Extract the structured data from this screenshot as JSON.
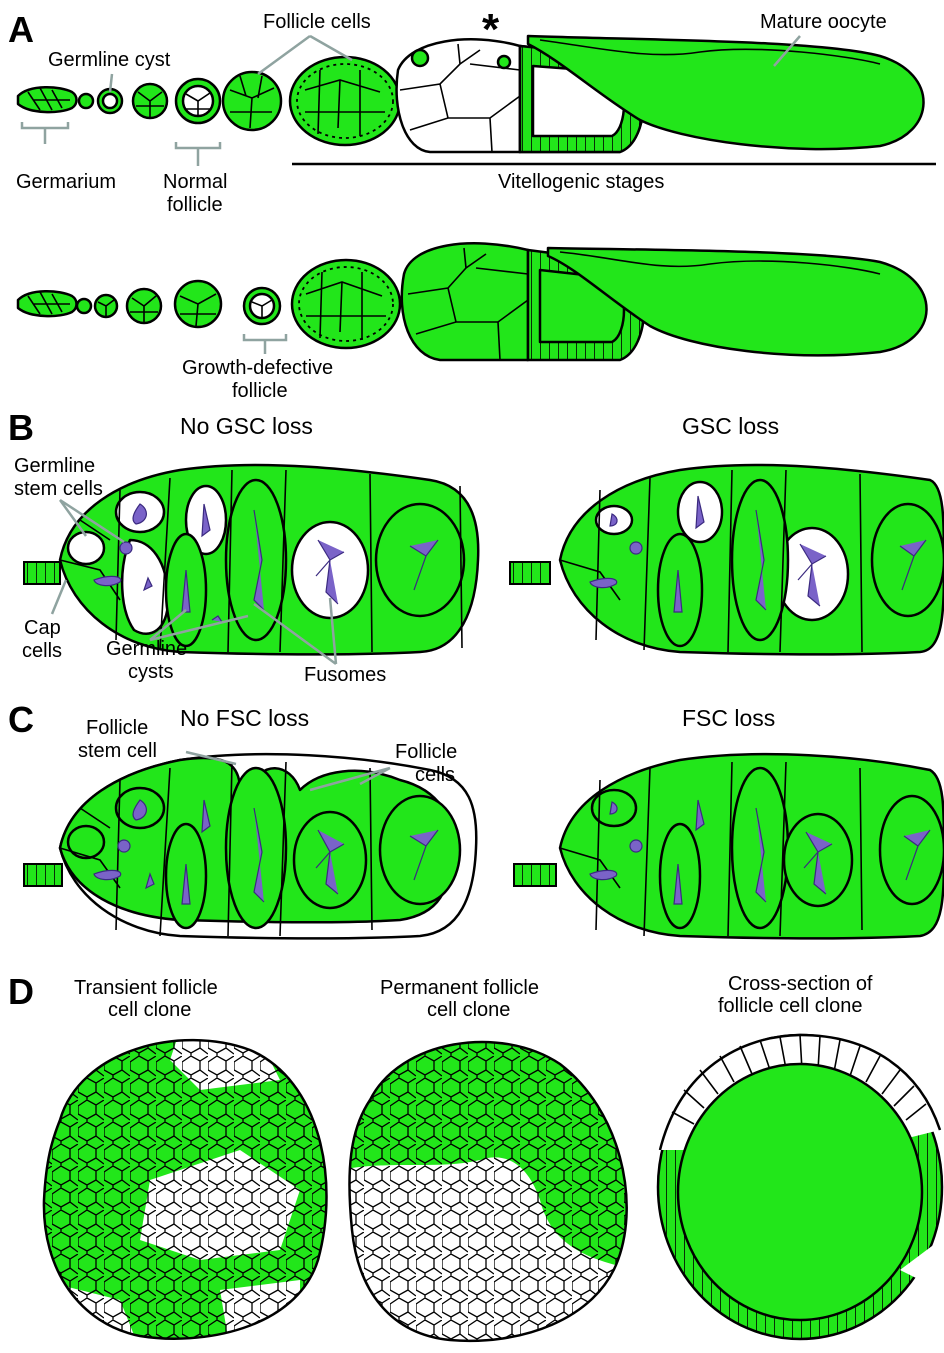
{
  "panels": {
    "a": {
      "letter": "A",
      "labels": {
        "follicle_cells": "Follicle cells",
        "germline_cyst": "Germline cyst",
        "mature_oocyte": "Mature oocyte",
        "germarium": "Germarium",
        "normal_follicle_1": "Normal",
        "normal_follicle_2": "follicle",
        "vitellogenic_stages": "Vitellogenic stages",
        "growth_defective_1": "Growth-defective",
        "growth_defective_2": "follicle",
        "asterisk": "*"
      }
    },
    "b": {
      "letter": "B",
      "title_left": "No GSC loss",
      "title_right": "GSC loss",
      "labels": {
        "gsc_1": "Germline",
        "gsc_2": "stem cells",
        "cap_1": "Cap",
        "cap_2": "cells",
        "cysts_1": "Germline",
        "cysts_2": "cysts",
        "fusomes": "Fusomes"
      }
    },
    "c": {
      "letter": "C",
      "title_left": "No FSC loss",
      "title_right": "FSC loss",
      "labels": {
        "fsc_1": "Follicle",
        "fsc_2": "stem cell",
        "fc_1": "Follicle",
        "fc_2": "cells"
      }
    },
    "d": {
      "letter": "D",
      "title_1_a": "Transient follicle",
      "title_1_b": "cell clone",
      "title_2_a": "Permanent follicle",
      "title_2_b": "cell clone",
      "title_3_a": "Cross-section of",
      "title_3_b": "follicle cell clone"
    }
  },
  "colors": {
    "green": "#22e61a",
    "fusome": "#7a63c8",
    "leader": "#8fa3a0",
    "outline": "#000000"
  }
}
